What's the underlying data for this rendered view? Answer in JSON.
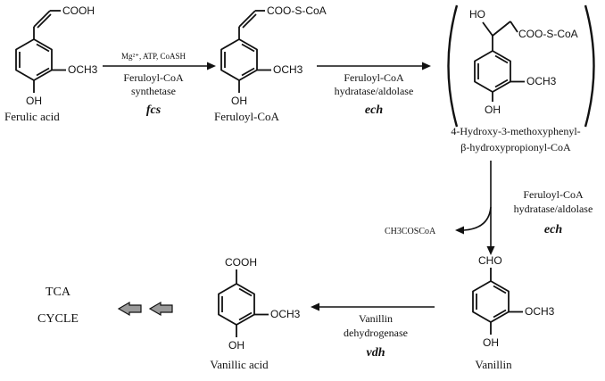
{
  "compounds": {
    "ferulic_acid": {
      "name": "Ferulic acid",
      "top_group": "COOH",
      "methoxy": "OCH3",
      "hydroxy": "OH"
    },
    "feruloyl_coa": {
      "name": "Feruloyl-CoA",
      "top_group": "COO-S-CoA",
      "methoxy": "OCH3",
      "hydroxy": "OH"
    },
    "hmpcoa": {
      "name_line1": "4-Hydroxy-3-methoxyphenyl-",
      "name_line2": "β-hydroxypropionyl-CoA",
      "hydroxyl_label": "HO",
      "top_group": "COO-S-CoA",
      "methoxy": "OCH3",
      "hydroxy": "OH"
    },
    "vanillin": {
      "name": "Vanillin",
      "top_group": "CHO",
      "methoxy": "OCH3",
      "hydroxy": "OH"
    },
    "vanillic_acid": {
      "name": "Vanillic acid",
      "top_group": "COOH",
      "methoxy": "OCH3",
      "hydroxy": "OH"
    }
  },
  "reactions": {
    "r1": {
      "cofactors": "Mg²⁺, ATP, CoASH",
      "enzyme_line1": "Feruloyl-CoA",
      "enzyme_line2": "synthetase",
      "gene": "fcs"
    },
    "r2": {
      "enzyme_line1": "Feruloyl-CoA",
      "enzyme_line2": "hydratase/aldolase",
      "gene": "ech"
    },
    "r3": {
      "enzyme_line1": "Feruloyl-CoA",
      "enzyme_line2": "hydratase/aldolase",
      "gene": "ech",
      "byproduct": "CH3COSCoA"
    },
    "r4": {
      "enzyme_line1": "Vanillin",
      "enzyme_line2": "dehydrogenase",
      "gene": "vdh"
    }
  },
  "tca": {
    "line1": "TCA",
    "line2": "CYCLE"
  }
}
